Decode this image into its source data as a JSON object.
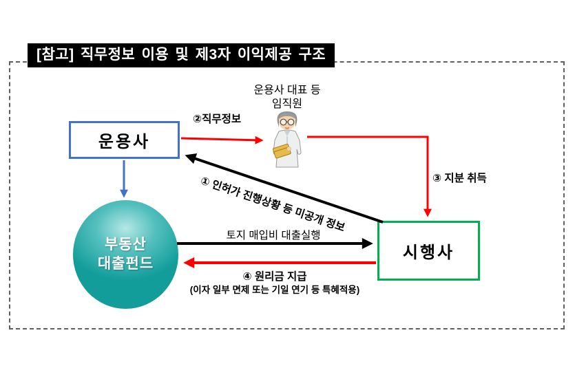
{
  "title": "[참고] 직무정보 이용 및 제3자 이익제공 구조",
  "nodes": {
    "management_company": "운용사",
    "developer": "시행사",
    "fund_line1": "부동산",
    "fund_line2": "대출펀드",
    "executive_line1": "운용사 대표 등",
    "executive_line2": "임직원"
  },
  "labels": {
    "job_info": "②직무정보",
    "undisclosed_info": "① 인허가 진행상황 등 미공개 정보",
    "equity_acquisition": "③ 지분 취득",
    "loan_execution": "토지 매입비 대출실행",
    "repayment": "④ 원리금 지급",
    "repayment_note": "(이자 일부 면제 또는 기일 연기 등 특혜적용)"
  },
  "icons": {
    "executive_person": "person-with-glasses-holding-folder-icon"
  },
  "colors": {
    "arrow_red": "#ff0000",
    "arrow_black": "#000000",
    "arrow_blue": "#4472c4",
    "management_border": "#4472c4",
    "developer_border": "#00b050",
    "fund_fill": "#17a09e",
    "title_bg": "#000000",
    "title_text": "#ffffff"
  }
}
